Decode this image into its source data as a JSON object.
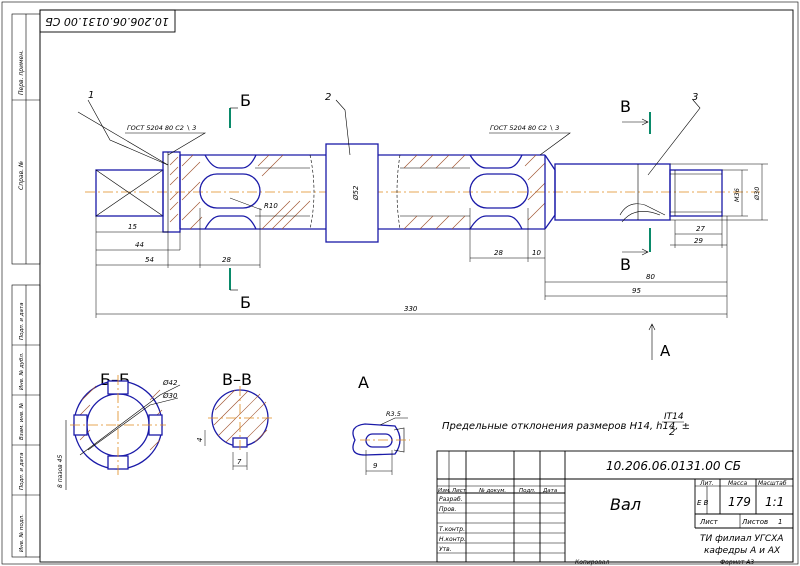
{
  "doc_code_rotated": "10.206.06.0131.00 СБ",
  "sidebar_left": [
    "Перв. примен.",
    "Справ. №",
    "Подп. и дата",
    "Инв. № дубл.",
    "Взам. инв. №",
    "Подп. и дата",
    "Инв. № подл."
  ],
  "section_marks": {
    "b_top": "Б",
    "b_bottom": "Б",
    "v_top": "В",
    "v_bottom": "В",
    "a_arrow": "А"
  },
  "leaders": {
    "p1": "1",
    "p2": "2",
    "p3": "3"
  },
  "gost_left": "ГОСТ 5204 80 С2  ∖ 3",
  "gost_right": "ГОСТ 5204 80 С2  ∖ 3",
  "dims": {
    "d15": "15",
    "d44": "44",
    "d54": "54",
    "d28a": "28",
    "r10": "R10",
    "d62": "Ø52",
    "d28b": "28",
    "d10": "10",
    "d80": "80",
    "d95": "95",
    "d330": "330",
    "m36": "M36",
    "d30": "Ø30",
    "d27": "27",
    "d29": "29"
  },
  "views": {
    "bb_title": "Б–Б",
    "bb_d1": "Ø42",
    "bb_d2": "Ø30",
    "bb_note": "8 пазов 45",
    "vv_title": "В–В",
    "vv_d": "4",
    "vv_w": "7",
    "a_title": "А",
    "a_r": "R3.5",
    "a_w": "9"
  },
  "tolerance_note": "Предельные отклонения размеров H14, h14, ±",
  "tolerance_frac_num": "IT14",
  "tolerance_frac_den": "2",
  "title_block": {
    "doc_code": "10.206.06.0131.00 СБ",
    "name": "Вал",
    "col_lit": "Лит.",
    "col_mass": "Масса",
    "col_scale": "Масштаб",
    "mass": "179",
    "scale": "1:1",
    "lit": "Е  В",
    "sheet_label": "Лист",
    "sheets_label": "Листов",
    "sheets": "1",
    "org_line1": "ТИ филиал УГСХА",
    "org_line2": "кафедры А и АХ",
    "rows": [
      "Разраб.",
      "Пров.",
      "Т.контр.",
      "Н.контр.",
      "Утв."
    ],
    "head_cols": [
      "Изм.",
      "Лист",
      "№ докум.",
      "Подп.",
      "Дата"
    ],
    "copied": "Копировал",
    "format": "Формат  А3"
  }
}
